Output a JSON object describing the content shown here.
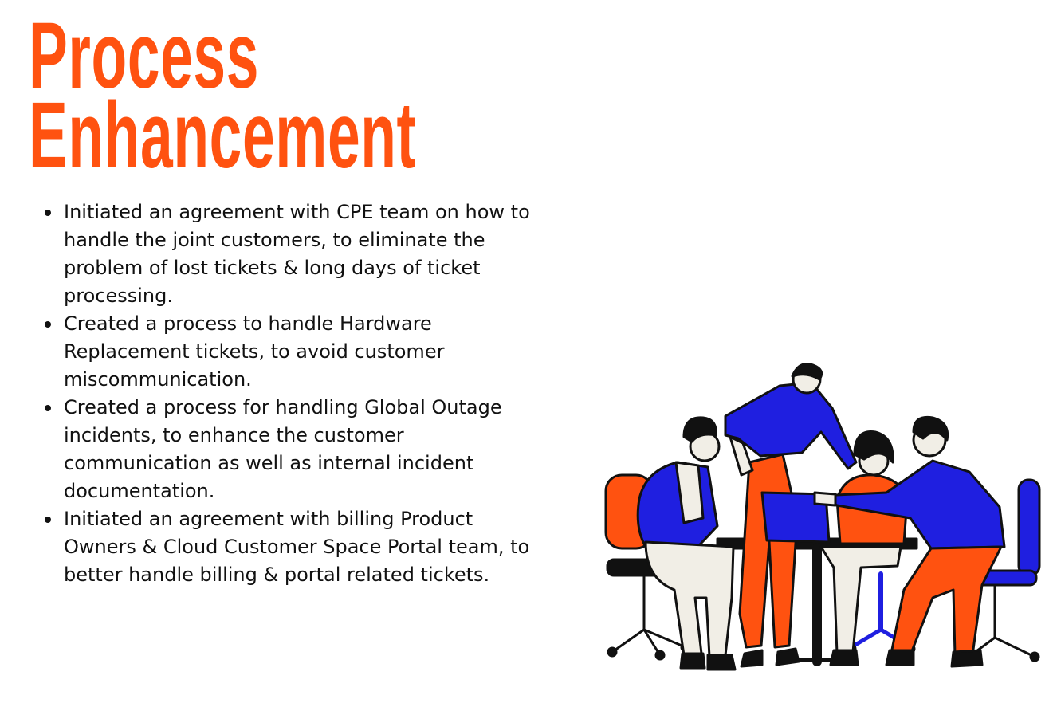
{
  "title": {
    "line1": "Process",
    "line2": "Enhancement"
  },
  "bullets": [
    "Initiated an agreement with CPE team on how to handle the joint customers, to eliminate the problem of lost tickets & long days of ticket processing.",
    "Created a process to handle Hardware Replacement tickets, to avoid customer miscommunication.",
    "Created a process for handling Global Outage incidents, to enhance the customer communication as well as internal incident documentation.",
    "Initiated an agreement  with billing Product Owners & Cloud Customer Space Portal team, to better handle billing & portal related tickets."
  ],
  "colors": {
    "accent": "#ff5210",
    "blue": "#1f1fe0",
    "text": "#111111",
    "cream": "#f1eee6"
  },
  "illustration": {
    "icon": "team-meeting-illustration"
  }
}
